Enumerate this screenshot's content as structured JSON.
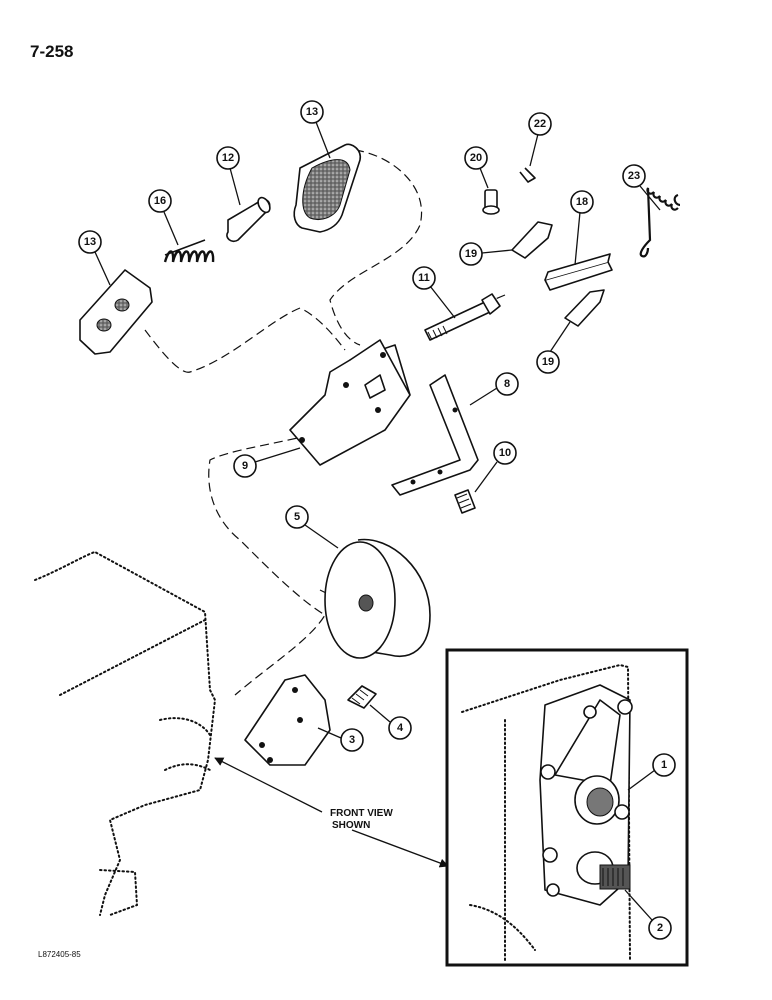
{
  "page_number": "7-258",
  "figure_code": "L872405-85",
  "front_view_label": {
    "line1": "FRONT VIEW",
    "line2": "SHOWN"
  },
  "callouts": [
    "13",
    "12",
    "16",
    "13",
    "20",
    "22",
    "23",
    "18",
    "19",
    "19",
    "11",
    "8",
    "9",
    "10",
    "5",
    "4",
    "3",
    "1",
    "2"
  ]
}
